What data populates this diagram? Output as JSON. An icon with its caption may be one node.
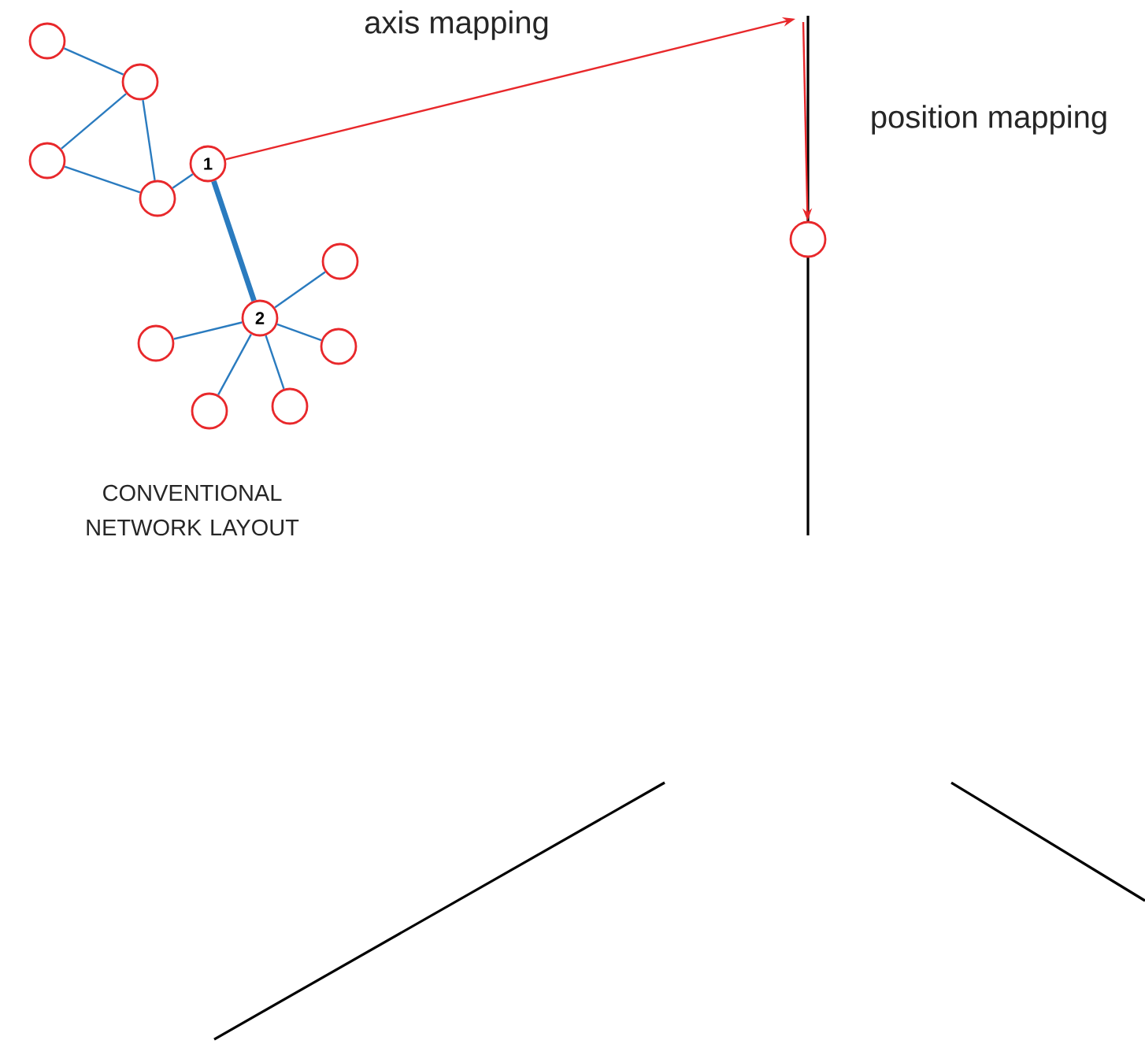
{
  "diagram": {
    "nodes": [
      {
        "text": [],
        "shape": "circle"
      },
      {
        "text": [],
        "shape": "circle"
      },
      {
        "text": [],
        "shape": "circle"
      },
      {
        "text": [],
        "shape": "circle"
      },
      {
        "text": [
          "1"
        ]
      },
      {
        "text": [],
        "shape": "circle"
      },
      {
        "text": [
          "2"
        ]
      },
      {
        "text": [],
        "shape": "circle"
      },
      {
        "text": [],
        "shape": "circle"
      },
      {
        "text": [],
        "shape": "circle"
      },
      {
        "text": [],
        "shape": "circle"
      },
      {
        "text": [],
        "shape": "circle"
      }
    ],
    "edges": [
      {
        "from": 0,
        "to": 1,
        "arrow": "none"
      },
      {
        "from": 1,
        "to": 2,
        "arrow": "none"
      },
      {
        "from": 1,
        "to": 3,
        "arrow": "none"
      },
      {
        "from": 2,
        "to": 3,
        "arrow": "none"
      },
      {
        "from": 3,
        "to": 4,
        "arrow": "none"
      },
      {
        "from": 4,
        "to": 6,
        "arrow": "none",
        "style": "thick"
      },
      {
        "from": 6,
        "to": 5,
        "arrow": "none"
      },
      {
        "from": 6,
        "to": 7,
        "arrow": "none"
      },
      {
        "from": 6,
        "to": 8,
        "arrow": "none"
      },
      {
        "from": 6,
        "to": 9,
        "arrow": "none"
      },
      {
        "from": 6,
        "to": 10,
        "arrow": "none"
      },
      {
        "from": 4,
        "to": null,
        "arrow": "to",
        "label": "axis mapping",
        "color": "#e8282b"
      },
      {
        "from": null,
        "to": 11,
        "arrow": "to",
        "label": "position mapping",
        "color": "#e8282b"
      }
    ],
    "labels": [
      "CONVENTIONAL NETWORK LAYOUT"
    ]
  }
}
